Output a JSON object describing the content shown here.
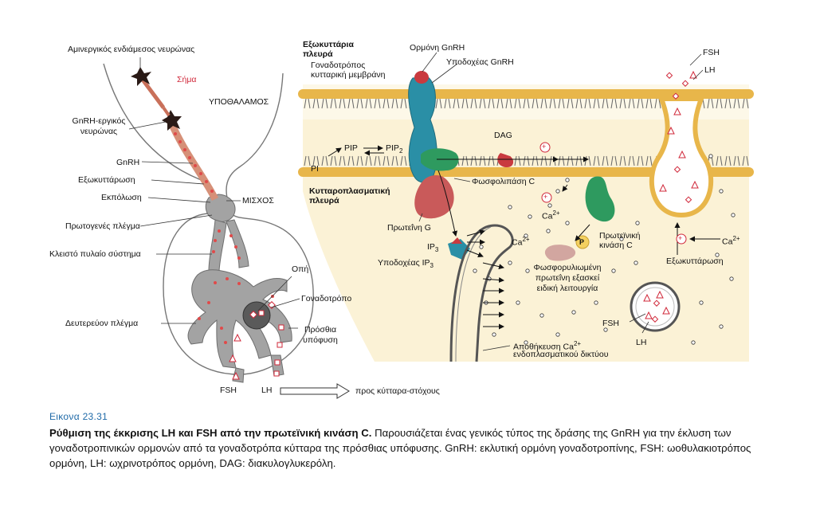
{
  "figure": {
    "number": "Εικονα 23.31",
    "title": "Ρύθμιση της έκκρισης LH και FSH από την πρωτεϊνική κινάση C.",
    "caption": "Παρουσιάζεται ένας γενικός τύπος της δράσης της GnRH για την έκλυση των γοναδοτροπινικών ορμονών από τα γοναδοτρόπα κύτταρα της πρόσθιας υπόφυσης. GnRH: εκλυτική ορμόνη γοναδοτροπίνης, FSH: ωοθυλακιοτρόπος ορμόνη, LH: ωχρινοτρόπος ορμόνη, DAG: διακυλογλυκερόλη."
  },
  "left_panel": {
    "aminergic_neuron": "Αμινεργικός ενδιάμεσος νευρώνας",
    "signal": "Σήμα",
    "hypothalamus": "ΥΠΟΘΑΛΑΜΟΣ",
    "gnrh_neurons_1": "GnRH-εργικός",
    "gnrh_neurons_2": "νευρώνας",
    "gnrh": "GnRH",
    "exocytosis": "Εξωκυττάρωση",
    "depolarization": "Εκπόλωση",
    "stalk": "ΜΙΣΧΟΣ",
    "primary_plexus": "Πρωτογενές πλέγμα",
    "portal_system": "Κλειστό πυλαίο σύστημα",
    "pore": "Οπή",
    "gonadotroph": "Γοναδοτρόπο",
    "secondary_plexus": "Δευτερεύον πλέγμα",
    "anterior_pituitary_1": "Πρόσθια",
    "anterior_pituitary_2": "υπόφυση",
    "fsh": "FSH",
    "lh": "LH",
    "to_target": "προς κύτταρα-στόχους"
  },
  "right_panel": {
    "extracellular_1": "Εξωκυττάρια",
    "extracellular_2": "πλευρά",
    "membrane_1": "Γοναδοτρόπος",
    "membrane_2": "κυτταρική μεμβράνη",
    "gnrh_hormone": "Ορμόνη GnRH",
    "gnrh_receptor": "Υποδοχέας GnRH",
    "fsh": "FSH",
    "lh": "LH",
    "pip": "PIP",
    "pip2": "PIP",
    "pip2_sub": "2",
    "pi": "PI",
    "dag": "DAG",
    "cytoplasmic_1": "Κυτταροπλασματική",
    "cytoplasmic_2": "πλευρά",
    "phospholipase": "Φωσφολιπάση C",
    "ca": "Ca",
    "ca_sup": "2+",
    "g_protein": "Πρωτεΐνη G",
    "ip3": "IP",
    "ip3_sub": "3",
    "ip3_receptor": "Υποδοχέας IP",
    "ip3_receptor_sub": "3",
    "pkc_1": "Πρωτεϊνική",
    "pkc_2": "κινάση C",
    "p": "P",
    "exocytosis": "Εξωκυττάρωση",
    "phospho_1": "Φωσφορυλιωμένη",
    "phospho_2": "πρωτεΐνη εξασκεί",
    "phospho_3": "ειδική λειτουργία",
    "er_store_1": "Αποθήκευση Ca",
    "er_store_sup": "2+",
    "er_store_2": "ενδοπλασματικού δικτύου",
    "plus": "+"
  },
  "colors": {
    "membrane_head": "#e8b64a",
    "cytoplasm": "#fbf2d6",
    "receptor": "#2a8fa6",
    "hormone": "#c93a3f",
    "plc": "#2e9a5f",
    "g_protein": "#c95a5a",
    "pkc": "#2e9a5f",
    "portal": "#9e9e9e",
    "neuron": "#c9705a",
    "caption_blue": "#1f6aa8"
  }
}
